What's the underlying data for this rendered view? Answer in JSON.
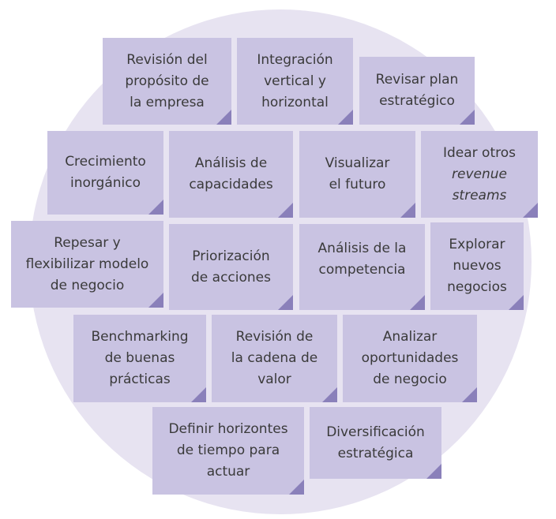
{
  "notes": [
    {
      "id": "revision-proposito",
      "text": "Revisión del\npropósito de\nla empresa"
    },
    {
      "id": "integracion",
      "text": "Integración\nvertical y\nhorizontal"
    },
    {
      "id": "revisar-plan",
      "text": "Revisar plan\nestratégico"
    },
    {
      "id": "crecimiento",
      "text": "Crecimiento\ninorgánico"
    },
    {
      "id": "analisis-capacidades",
      "text": "Análisis de\ncapacidades"
    },
    {
      "id": "visualizar",
      "text": "Visualizar\nel futuro"
    },
    {
      "id": "idear",
      "text": "Idear otros",
      "italic": "revenue\nstreams"
    },
    {
      "id": "repesar",
      "text": "Repesar y\nflexibilizar modelo\nde negocio"
    },
    {
      "id": "priorizacion",
      "text": "Priorización\nde acciones"
    },
    {
      "id": "analisis-competencia",
      "text": "Análisis de la\ncompetencia"
    },
    {
      "id": "explorar",
      "text": "Explorar\nnuevos\nnegocios"
    },
    {
      "id": "benchmarking",
      "text": "Benchmarking\nde buenas\nprácticas"
    },
    {
      "id": "cadena-valor",
      "text": "Revisión de\nla cadena de\nvalor"
    },
    {
      "id": "oportunidades",
      "text": "Analizar\noportunidades\nde negocio"
    },
    {
      "id": "horizontes",
      "text": "Definir horizontes\nde tiempo para\nactuar"
    },
    {
      "id": "diversificacion",
      "text": "Diversificación\nestratégica"
    }
  ],
  "colors": {
    "background_circle": "#e7e3f1",
    "note": "#c9c3e2",
    "fold": "#8a80ba",
    "text": "#3a3a3a"
  }
}
